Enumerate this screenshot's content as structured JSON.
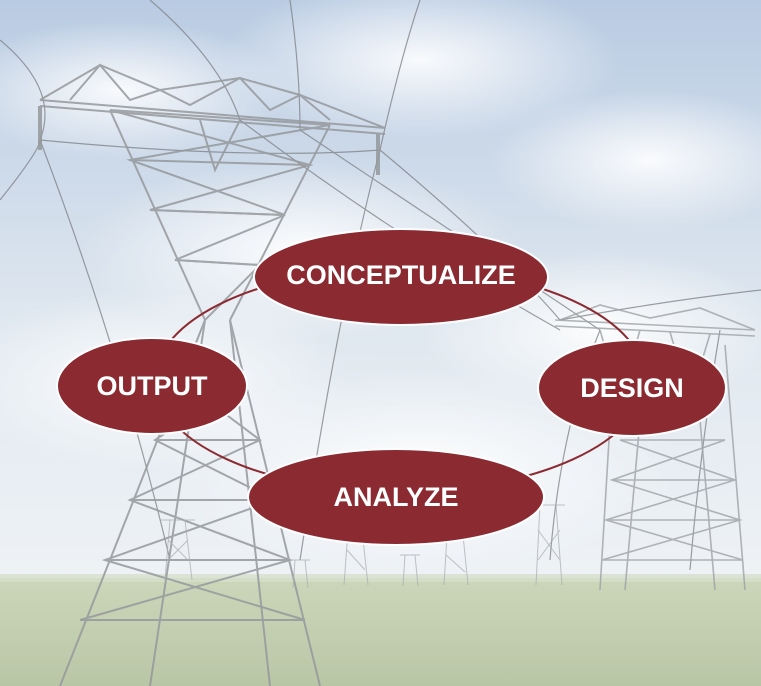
{
  "diagram": {
    "stages": [
      {
        "id": "conceptualize",
        "label": "CONCEPTUALIZE"
      },
      {
        "id": "design",
        "label": "DESIGN"
      },
      {
        "id": "analyze",
        "label": "ANALYZE"
      },
      {
        "id": "output",
        "label": "OUTPUT"
      }
    ],
    "cycle_order": [
      "conceptualize",
      "design",
      "analyze",
      "output"
    ]
  },
  "colors": {
    "node_fill": "#8b2a31",
    "node_stroke": "#ffffff",
    "cycle_line": "#8b2a31",
    "label_text": "#ffffff",
    "sky_top": "#9fb8d8",
    "sky_bottom": "#e9eef3",
    "grass": "#a7b98a",
    "tower_steel": "#6d7277"
  },
  "background": {
    "scene": "electricity-pylons-in-field"
  }
}
